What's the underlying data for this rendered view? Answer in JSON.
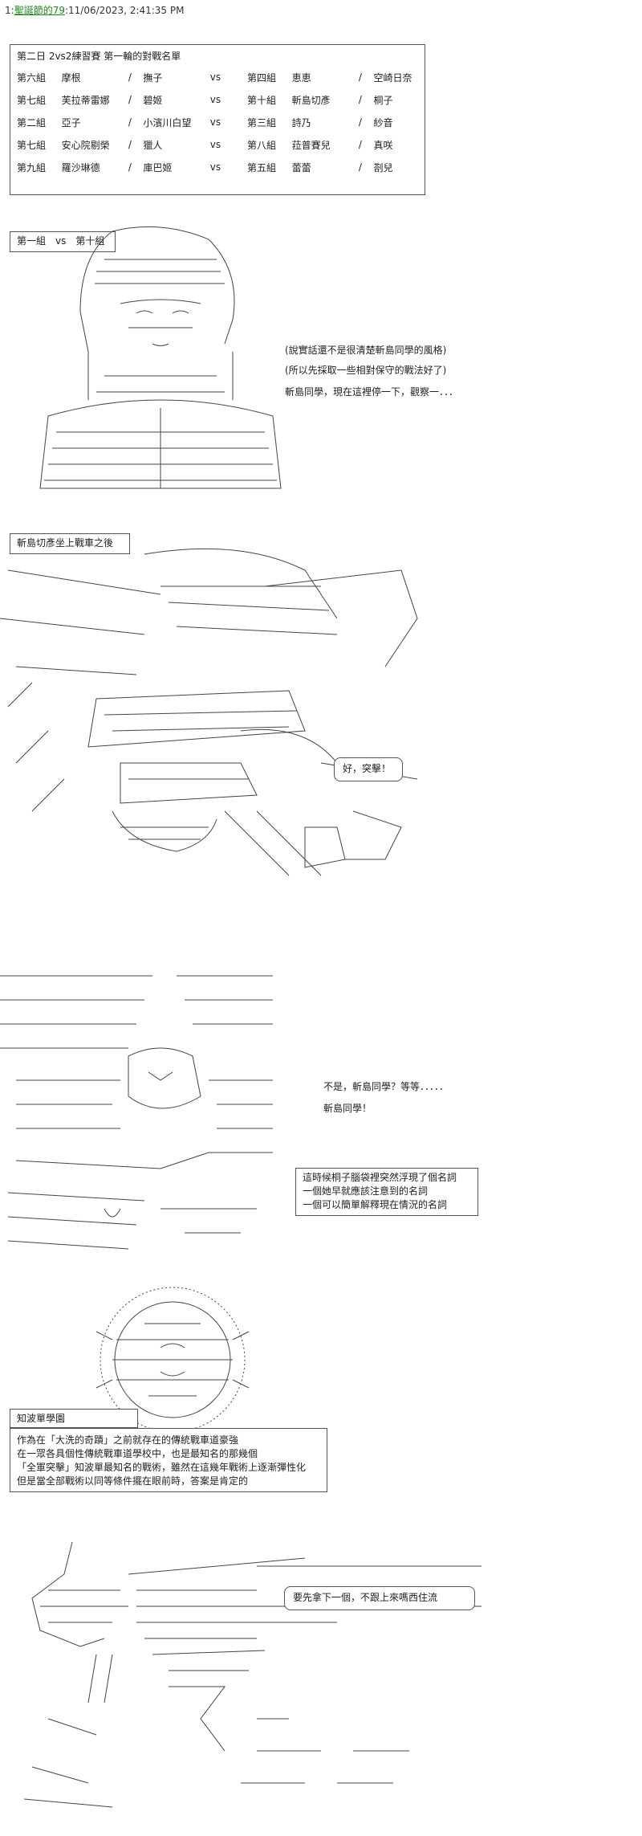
{
  "header": {
    "post_number": "1:",
    "poster_name": "聖誕節的79",
    "timestamp": ":11/06/2023, 2:41:35 PM"
  },
  "bracket": {
    "title": "第二日 2vs2練習賽 第一輪的對戰名單",
    "rows": [
      {
        "group_a": "第六組",
        "a1": "摩根",
        "a2": "撫子",
        "vs": "vs",
        "group_b": "第四組",
        "b1": "恵恵",
        "b2": "空崎日奈"
      },
      {
        "group_a": "第七組",
        "a1": "芙拉蒂雷娜",
        "a2": "碧姬",
        "vs": "vs",
        "group_b": "第十組",
        "b1": "斬島切彥",
        "b2": "桐子"
      },
      {
        "group_a": "第二組",
        "a1": "亞子",
        "a2": "小濱川白望",
        "vs": "vs",
        "group_b": "第三組",
        "b1": "詩乃",
        "b2": "紗音"
      },
      {
        "group_a": "第七組",
        "a1": "安心院剔榮",
        "a2": "獵人",
        "vs": "vs",
        "group_b": "第八組",
        "b1": "菈普賽兒",
        "b2": "真咲"
      },
      {
        "group_a": "第九組",
        "a1": "羅沙琳德",
        "a2": "庫巴姬",
        "vs": "vs",
        "group_b": "第五組",
        "b1": "蕾蕾",
        "b2": "剳兒"
      }
    ],
    "separator": "/"
  },
  "scene1": {
    "match_label": "第一組　vs　第十組",
    "lines": [
      "(說實話還不是很清楚斬島同學的風格)",
      "(所以先採取一些相對保守的戰法好了)",
      "斬島同學，現在這裡停一下，觀察一．．．"
    ]
  },
  "scene2": {
    "caption": "斬島切彥坐上戰車之後",
    "bubble": "好，突擊！"
  },
  "scene3": {
    "lines": [
      "不是，斬島同學？等等．．．．．",
      "斬島同學！"
    ],
    "narration": [
      "這時候桐子腦袋裡突然浮現了個名詞",
      "一個她早就應該注意到的名詞",
      "一個可以簡單解釋現在情況的名詞"
    ]
  },
  "scene4": {
    "title": "知波單學園",
    "body": [
      "作為在「大洗的奇蹟」之前就存在的傳統戰車道豪強",
      "在一眾各具個性傳統戰車道學校中，也是最知名的那幾個",
      "「全軍突擊」知波單最知名的戰術，雖然在這幾年戰術上逐漸彈性化",
      "但是當全部戰術以同等條件擺在眼前時，答案是肯定的"
    ]
  },
  "scene5": {
    "bubble": "要先拿下一個，不跟上來嗎西住流"
  }
}
